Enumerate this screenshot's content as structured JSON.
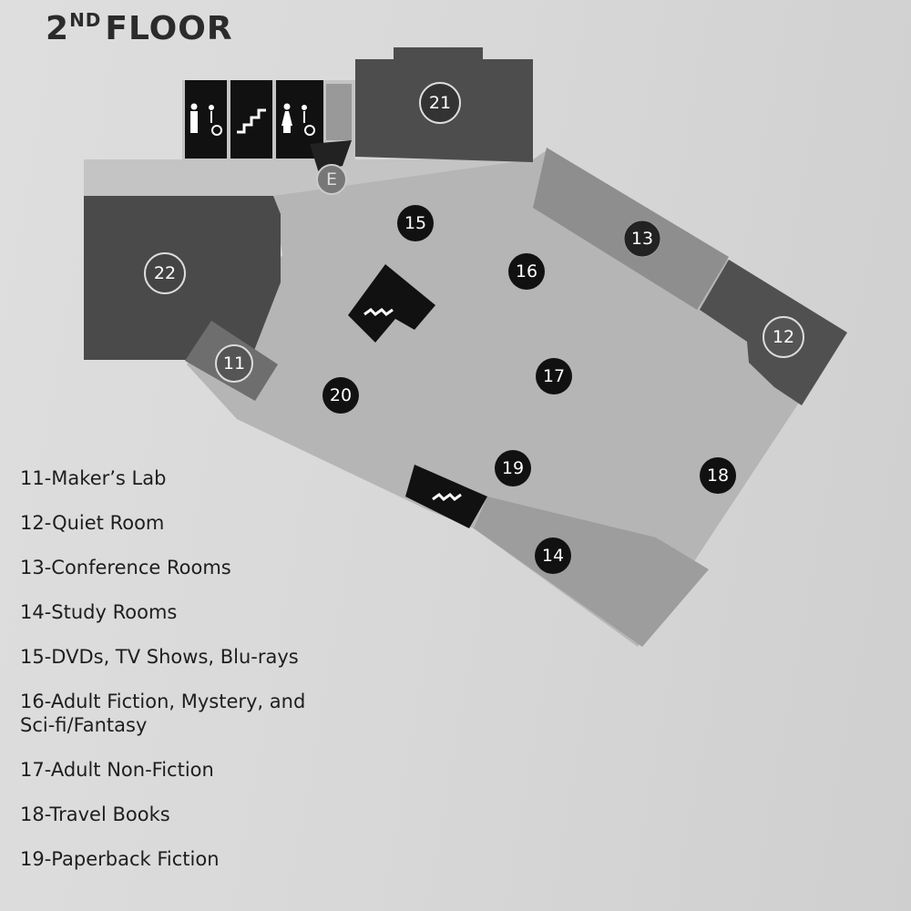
{
  "title": {
    "prefix": "2",
    "sup": "ND",
    "main": "FLOOR"
  },
  "map": {
    "elevator_label": "E",
    "room_badges": [
      "11",
      "12",
      "13",
      "14",
      "15",
      "16",
      "17",
      "18",
      "19",
      "20",
      "21",
      "22"
    ]
  },
  "legend": [
    "11-Maker’s Lab",
    "12-Quiet Room",
    "13-Conference Rooms",
    "14-Study Rooms",
    "15-DVDs, TV Shows, Blu-rays",
    "16-Adult Fiction, Mystery, and Sci-fi/Fantasy",
    "17-Adult Non-Fiction",
    "18-Travel Books",
    "19-Paperback Fiction"
  ],
  "colors": {
    "floor": "#b3b3b3",
    "dark_room": "#4a4a4a",
    "mid_room": "#999999",
    "black": "#111111"
  }
}
